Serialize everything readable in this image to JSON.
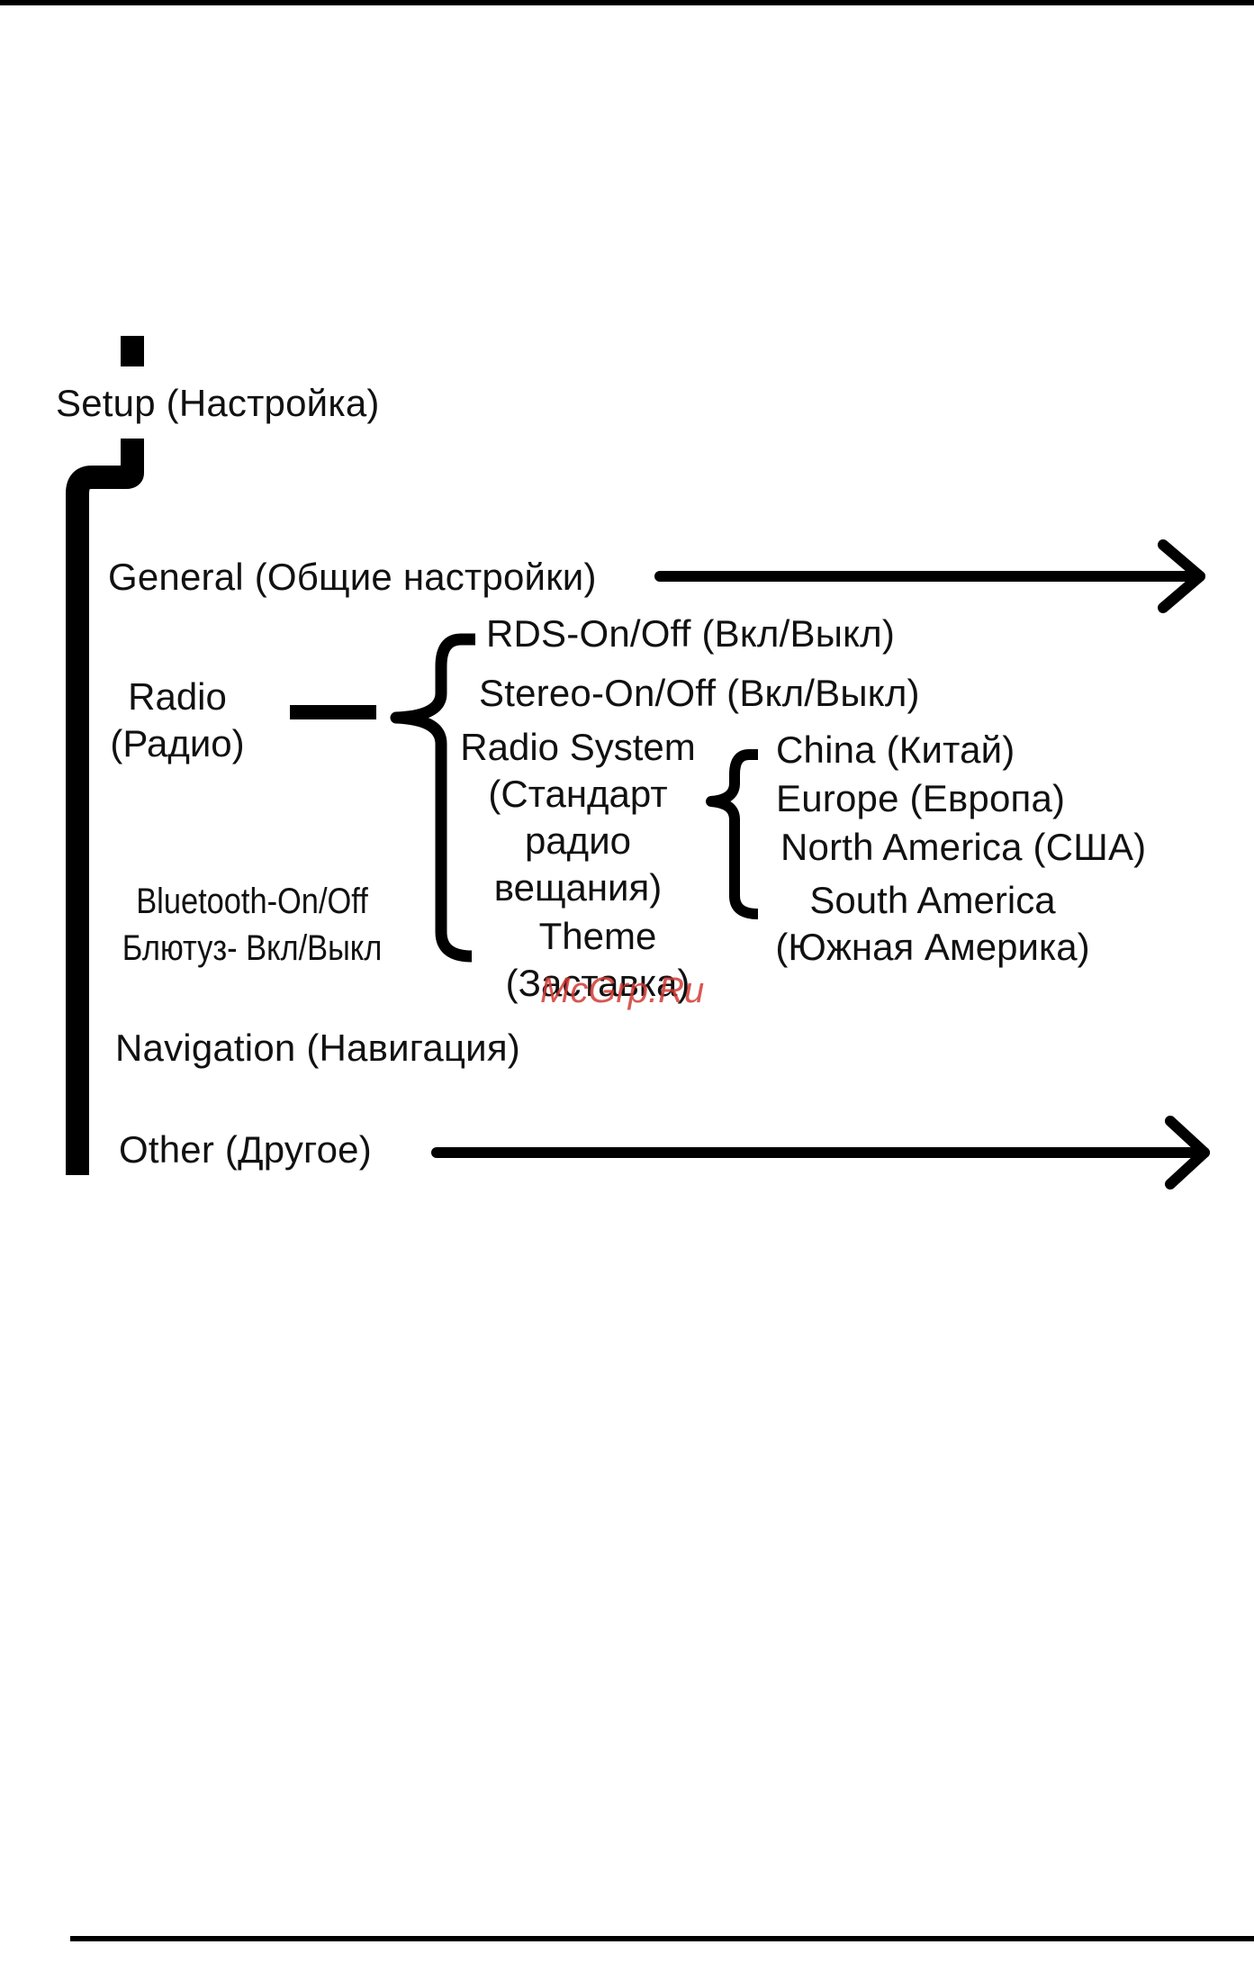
{
  "diagram": {
    "root": "Setup (Настройка)",
    "items": {
      "general": "General (Общие настройки)",
      "radio": {
        "line1": "Radio",
        "line2": "(Радио)"
      },
      "bluetooth": {
        "line1": "Bluetooth-On/Off",
        "line2": "Блютуз- Вкл/Выкл"
      },
      "navigation": "Navigation (Навигация)",
      "other": "Other (Другое)"
    },
    "radio_options": {
      "rds": "RDS-On/Off (Вкл/Выкл)",
      "stereo": "Stereo-On/Off (Вкл/Выкл)",
      "radio_system": {
        "line1": "Radio System",
        "line2": "(Стандарт",
        "line3": "радио",
        "line4": "вещания)"
      },
      "theme": {
        "line1": "Theme",
        "line2": "(Заставка)"
      }
    },
    "regions": {
      "china": "China (Китай)",
      "europe": "Europe (Европа)",
      "north_america": "North America (США)",
      "south_america": {
        "line1": "South America",
        "line2": "(Южная Америка)"
      }
    }
  },
  "watermark": "McGrp.Ru"
}
